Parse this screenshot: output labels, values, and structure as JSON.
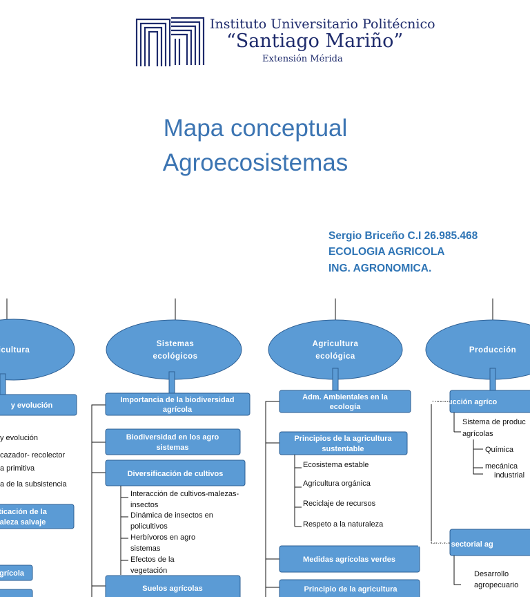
{
  "logo": {
    "line1": "Instituto Universitario Politécnico",
    "line2": "“Santiago Mariño”",
    "line3": "Extensión Mérida"
  },
  "title": {
    "line1": "Mapa conceptual",
    "line2": "Agroecosistemas"
  },
  "author": {
    "line1": "Sergio Briceño C.I 26.985.468",
    "line2": "ECOLOGIA AGRICOLA",
    "line3": "ING. AGRONOMICA."
  },
  "concept_map": {
    "col1": {
      "ellipse": "ricultura",
      "box1": "y evolución",
      "items": [
        "y evolución",
        "cazador- recolector",
        "a primitiva",
        "a de la subsistencia"
      ],
      "box2_line1": "ticación de la",
      "box2_line2": "aleza salvaje",
      "box3": "grícola"
    },
    "col2": {
      "ellipse_line1": "Sistemas",
      "ellipse_line2": "ecológicos",
      "box1_line1": "Importancia de la biodiversidad",
      "box1_line2": "agrícola",
      "box2_line1": "Biodiversidad en los agro",
      "box2_line2": "sistemas",
      "box3": "Diversificación de cultivos",
      "items": [
        "Interacción de cultivos-malezas-",
        "insectos",
        "Dinámica de insectos en",
        "policultivos",
        "Herbívoros en agro",
        "sistemas",
        "Efectos de la",
        "vegetación"
      ],
      "box4": "Suelos agrícolas"
    },
    "col3": {
      "ellipse_line1": "Agricultura",
      "ellipse_line2": "ecológica",
      "box1_line1": "Adm. Ambientales en la",
      "box1_line2": "ecología",
      "box2_line1": "Principios de la agricultura",
      "box2_line2": "sustentable",
      "items": [
        "Ecosistema estable",
        "Agricultura orgánica",
        "Reciclaje de recursos",
        "Respeto a la naturaleza"
      ],
      "box3": "Medidas agrícolas verdes",
      "box4_line1": "Principio de la agricultura"
    },
    "col4": {
      "ellipse": "Producción",
      "box1": "Producción agríco",
      "items": [
        "Sistema de produc",
        "agrícolas",
        "Química",
        "mecánica",
        "industrial"
      ],
      "box2": "Políticas sectorial ag",
      "items2": [
        "Desarrollo",
        "agropecuario"
      ]
    }
  }
}
